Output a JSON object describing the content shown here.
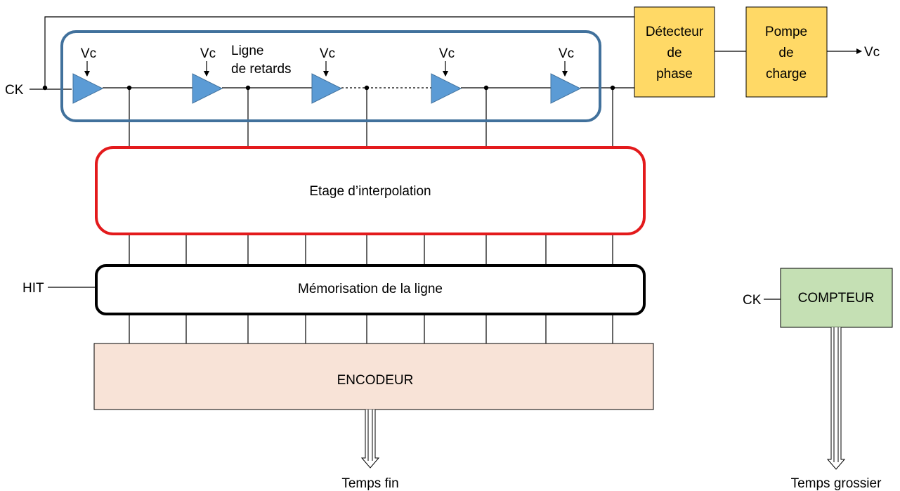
{
  "inputs": {
    "ck": "CK",
    "hit": "HIT",
    "ck_counter": "CK"
  },
  "delay_line": {
    "label_line1": "Ligne",
    "label_line2": "de retards",
    "vc_label": "Vc",
    "buffer_count": 5,
    "border_color": "#41719c",
    "buffer_color": "#5b9bd5"
  },
  "phase_detector": {
    "line1": "Détecteur",
    "line2": "de",
    "line3": "phase",
    "fill": "#ffd966"
  },
  "charge_pump": {
    "line1": "Pompe",
    "line2": "de",
    "line3": "charge",
    "fill": "#ffd966"
  },
  "vc_output": "Vc",
  "interpolation": {
    "label": "Etage d’interpolation",
    "border_color": "#e31a1c"
  },
  "memorisation": {
    "label": "Mémorisation de la ligne",
    "border_color": "#000000"
  },
  "encoder": {
    "label": "ENCODEUR",
    "fill": "#f8e3d7"
  },
  "counter": {
    "label": "COMPTEUR",
    "fill": "#c5e0b4"
  },
  "outputs": {
    "fine": "Temps fin",
    "coarse": "Temps grossier"
  }
}
